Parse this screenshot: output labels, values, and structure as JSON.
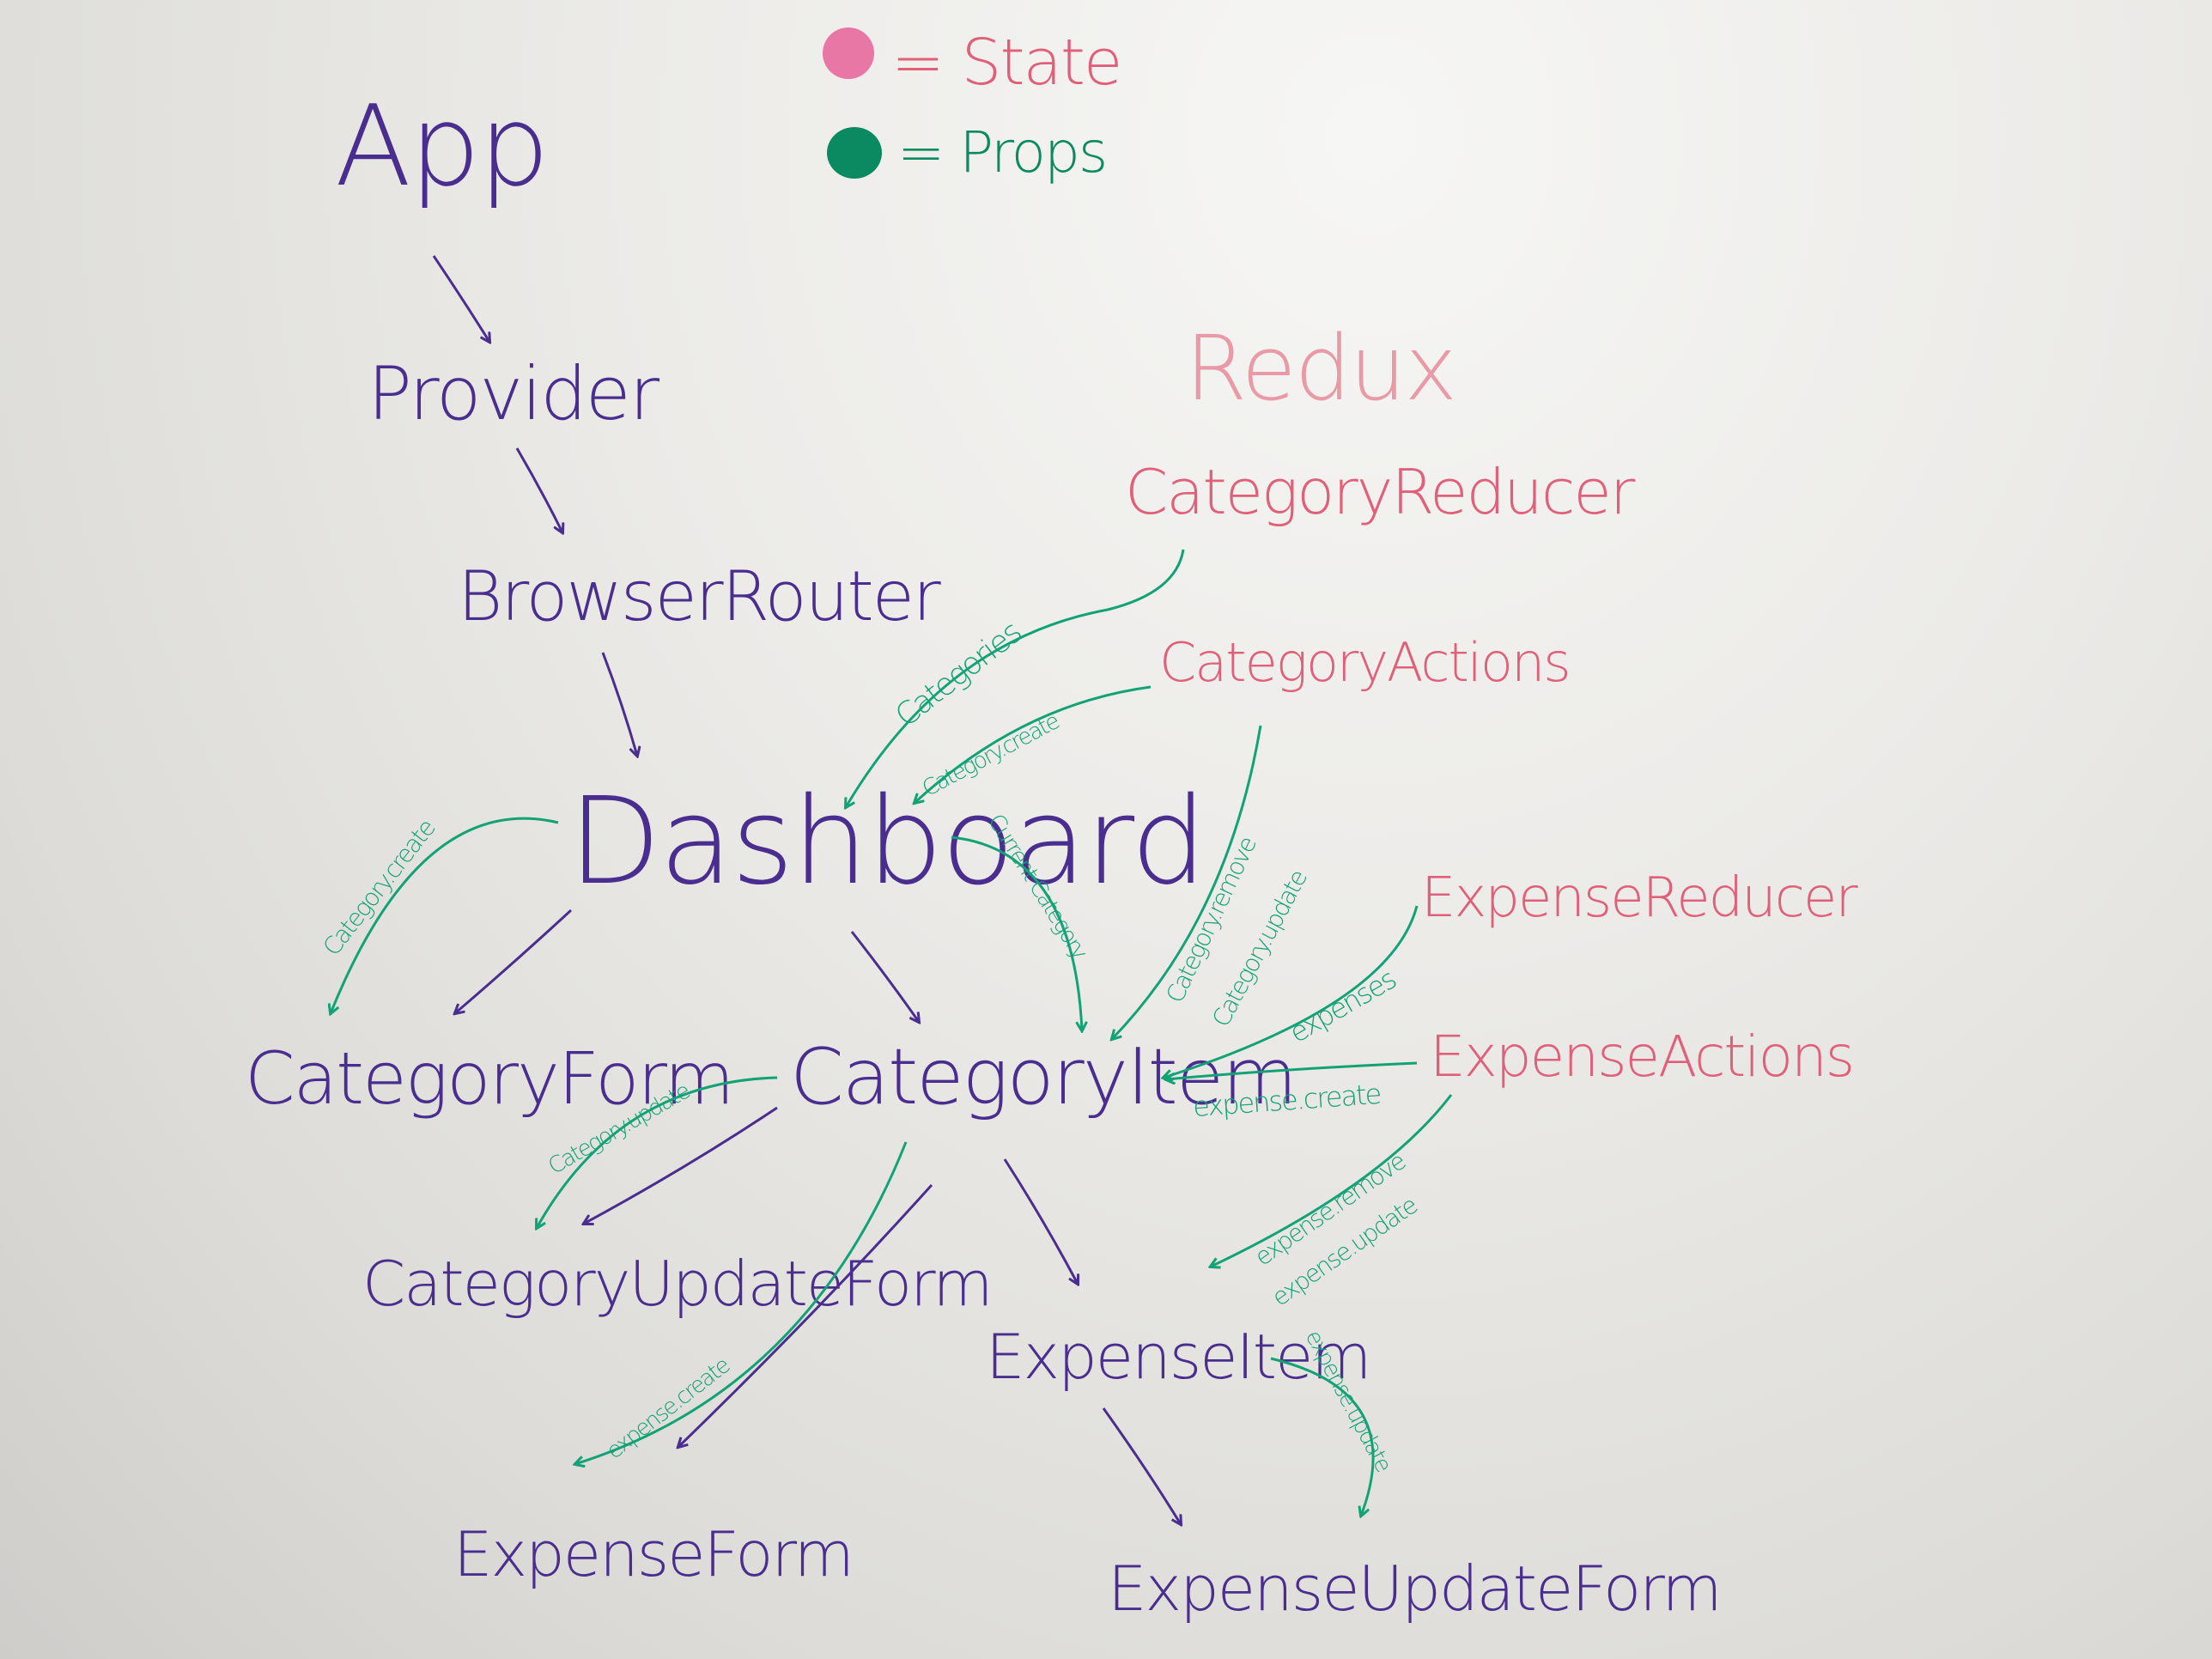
{
  "colors": {
    "component": "#4a2e8f",
    "state": "#e0607a",
    "props": "#12a276",
    "state_swatch": "#e877a6",
    "props_swatch": "#0b8a62"
  },
  "legend": {
    "state": "= State",
    "props": "= Props"
  },
  "redux_header": "Redux",
  "components": {
    "app": "App",
    "provider": "Provider",
    "browser_router": "BrowserRouter",
    "dashboard": "Dashboard",
    "category_form": "CategoryForm",
    "category_item": "CategoryItem",
    "category_update_form": "CategoryUpdateForm",
    "expense_form": "ExpenseForm",
    "expense_item": "ExpenseItem",
    "expense_update_form": "ExpenseUpdateForm"
  },
  "state": {
    "category_reducer": "CategoryReducer",
    "category_actions": "CategoryActions",
    "expense_reducer": "ExpenseReducer",
    "expense_actions": "ExpenseActions"
  },
  "props": {
    "categories": "Categories",
    "category_create_top": "Category.create",
    "category_create_left": "Category.create",
    "current_category": "Current Category",
    "category_remove": "Category.remove",
    "category_update_right": "Category.update",
    "expenses": "expenses",
    "expense_create_right": "expense.create",
    "category_update_left": "Category.update",
    "expense_remove": "expense.remove",
    "expense_update_right": "expense.update",
    "expense_create_bottom": "expense.create",
    "expense_update_bottom": "expense.update"
  }
}
